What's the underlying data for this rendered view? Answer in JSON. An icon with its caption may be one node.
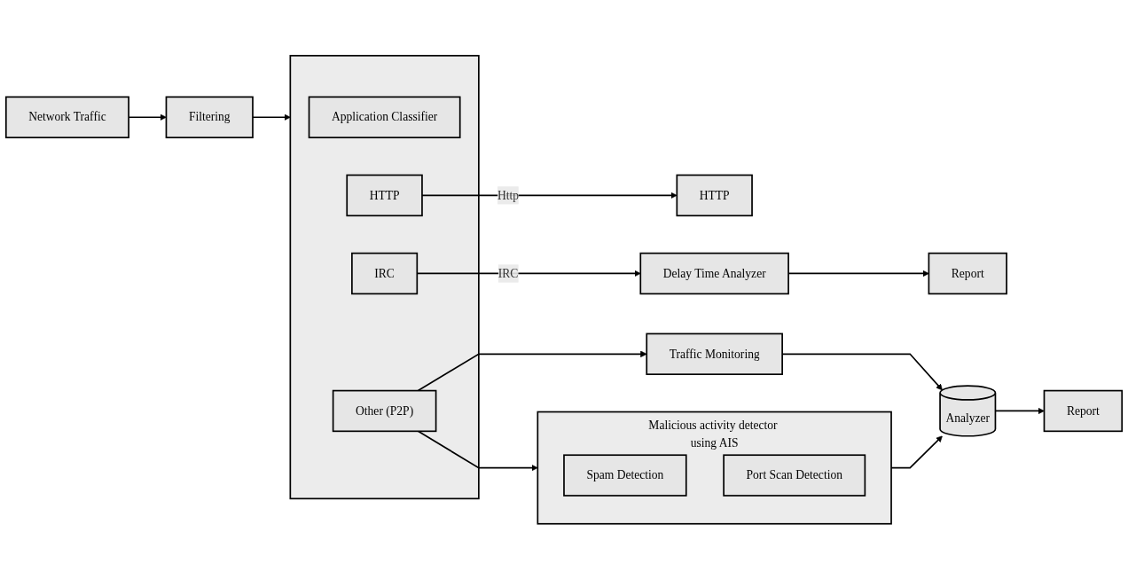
{
  "diagram": {
    "nodes": [
      {
        "text": [
          "Network Traffic"
        ]
      },
      {
        "text": [
          "Filtering"
        ]
      },
      {
        "text": [],
        "shape": "box"
      },
      {
        "text": [
          "Application Classifier"
        ],
        "in": 2
      },
      {
        "text": [
          "HTTP"
        ],
        "in": 2
      },
      {
        "text": [
          "IRC"
        ],
        "in": 2
      },
      {
        "text": [
          "Other (P2P)"
        ],
        "in": 2
      },
      {
        "text": [
          "Delay Time Analyzer"
        ]
      },
      {
        "text": [
          "Report"
        ]
      },
      {
        "text": [
          "HTTP"
        ]
      },
      {
        "text": [
          "Traffic Monitoring"
        ]
      },
      {
        "text": [
          "Malicious activity detector using AIS"
        ]
      },
      {
        "text": [
          "Spam Detection"
        ],
        "in": 11
      },
      {
        "text": [
          "Port Scan Detection"
        ],
        "in": 11
      },
      {
        "text": [
          "Analyzer"
        ]
      },
      {
        "text": [
          "Report"
        ]
      }
    ],
    "edges": [
      {
        "from": 0,
        "to": 1,
        "arrow": "to"
      },
      {
        "from": 1,
        "to": 2,
        "arrow": "to"
      },
      {
        "from": 5,
        "to": 7,
        "arrow": "to",
        "label": "IRC"
      },
      {
        "from": 4,
        "to": 9,
        "arrow": "to",
        "label": "Http"
      },
      {
        "from": 7,
        "to": 8,
        "arrow": "to"
      },
      {
        "from": 6,
        "to": 10,
        "arrow": "to"
      },
      {
        "from": 6,
        "to": 11,
        "arrow": "to"
      },
      {
        "from": 10,
        "to": 14,
        "arrow": "to"
      },
      {
        "from": 11,
        "to": 14,
        "arrow": "to"
      },
      {
        "from": 14,
        "to": 15,
        "arrow": "to"
      }
    ]
  }
}
